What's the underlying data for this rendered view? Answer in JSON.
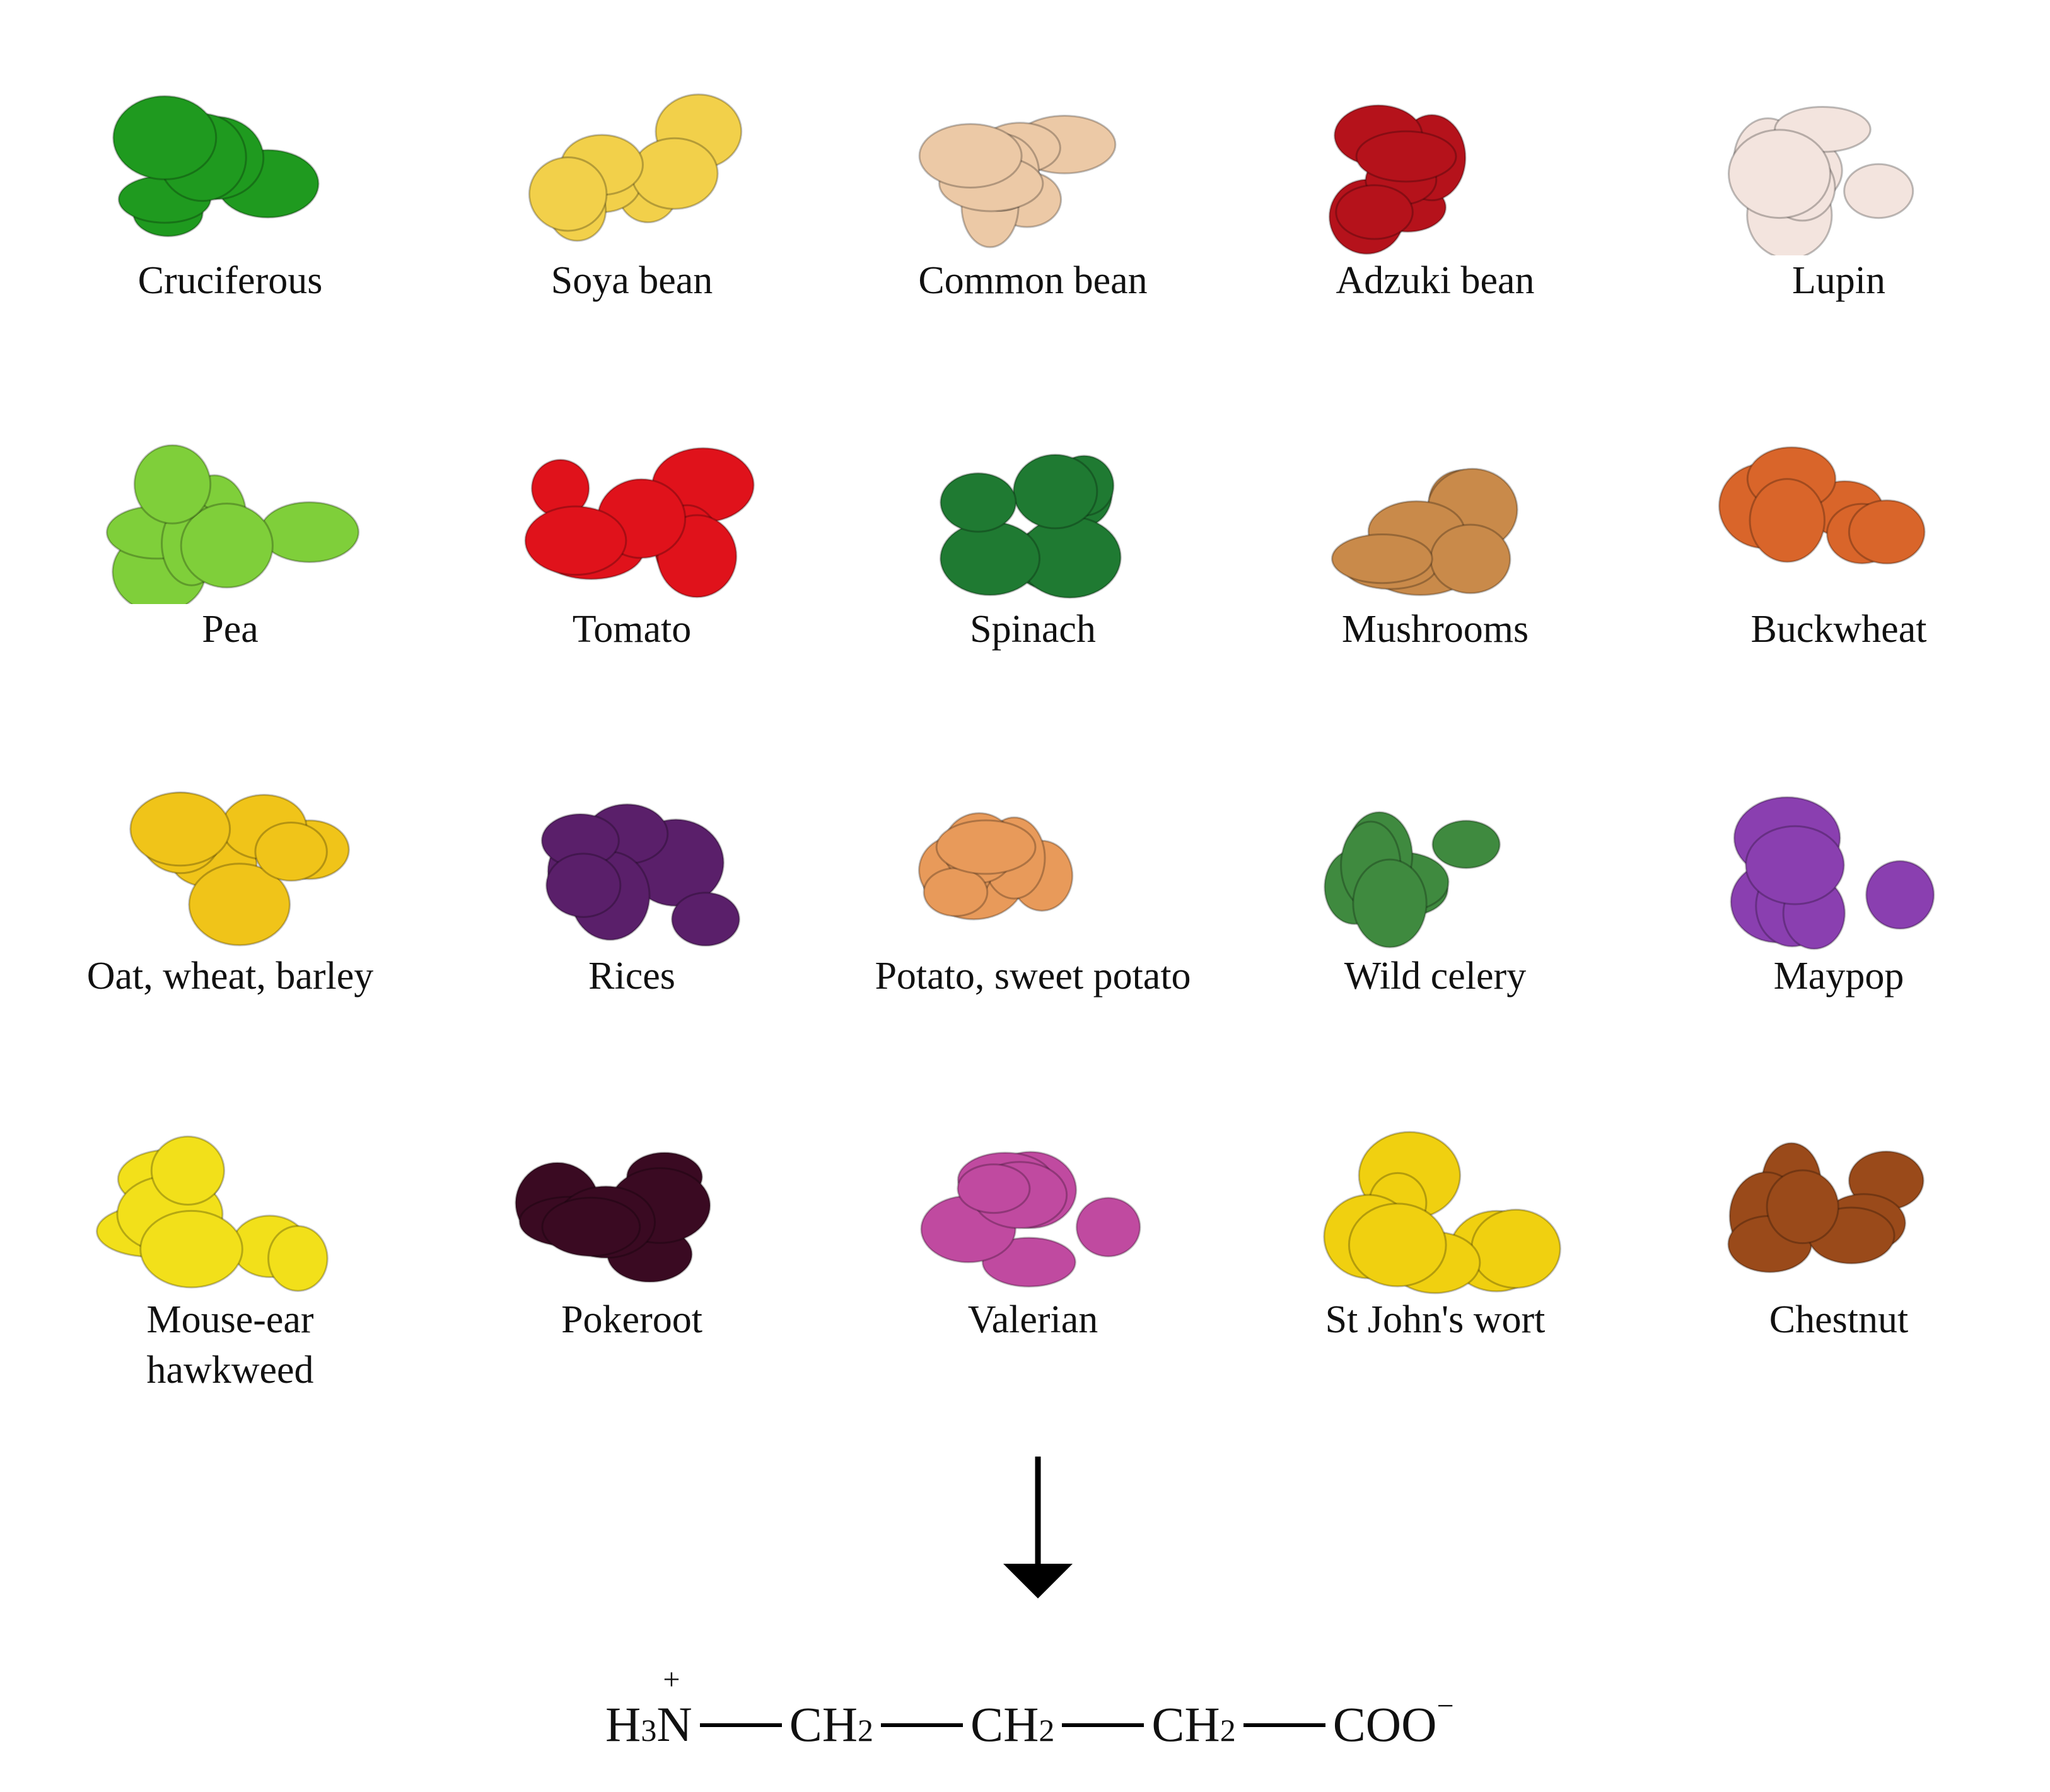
{
  "sources": [
    {
      "label": "Cruciferous",
      "icon": "broccoli-icon",
      "color": "#1f9a1f"
    },
    {
      "label": "Soya bean",
      "icon": "soya-bean-icon",
      "color": "#f2d04a"
    },
    {
      "label": "Common bean",
      "icon": "common-bean-icon",
      "color": "#ecc9a6"
    },
    {
      "label": "Adzuki bean",
      "icon": "adzuki-bean-icon",
      "color": "#b5121b"
    },
    {
      "label": "Lupin",
      "icon": "lupin-icon",
      "color": "#f3e4de"
    },
    {
      "label": "Pea",
      "icon": "pea-icon",
      "color": "#7fcf3a"
    },
    {
      "label": "Tomato",
      "icon": "tomato-icon",
      "color": "#e0121b"
    },
    {
      "label": "Spinach",
      "icon": "spinach-icon",
      "color": "#1f7a32"
    },
    {
      "label": "Mushrooms",
      "icon": "mushroom-icon",
      "color": "#c98a4a"
    },
    {
      "label": "Buckwheat",
      "icon": "buckwheat-icon",
      "color": "#d9652a"
    },
    {
      "label": "Oat, wheat, barley",
      "icon": "grain-icon",
      "color": "#f0c419"
    },
    {
      "label": "Rices",
      "icon": "rice-icon",
      "color": "#5a1f6a"
    },
    {
      "label": "Potato, sweet potato",
      "icon": "potato-icon",
      "color": "#e89a5a"
    },
    {
      "label": "Wild celery",
      "icon": "wild-celery-icon",
      "color": "#3f8a3f"
    },
    {
      "label": "Maypop",
      "icon": "maypop-icon",
      "color": "#8a3fb0"
    },
    {
      "label": "Mouse-ear\nhawkweed",
      "icon": "hawkweed-icon",
      "color": "#f2e01a"
    },
    {
      "label": "Pokeroot",
      "icon": "pokeroot-icon",
      "color": "#3a0a22"
    },
    {
      "label": "Valerian",
      "icon": "valerian-icon",
      "color": "#c04aa0"
    },
    {
      "label": "St John's wort",
      "icon": "st-johns-wort-icon",
      "color": "#f0d010"
    },
    {
      "label": "Chestnut",
      "icon": "chestnut-icon",
      "color": "#9a4a1a"
    }
  ],
  "formula": {
    "n_group": "H",
    "n_sub": "3",
    "n_atom": "N",
    "n_charge": "+",
    "ch2": "CH",
    "ch2_sub": "2",
    "carboxyl": "COO",
    "carboxyl_charge": "−"
  }
}
